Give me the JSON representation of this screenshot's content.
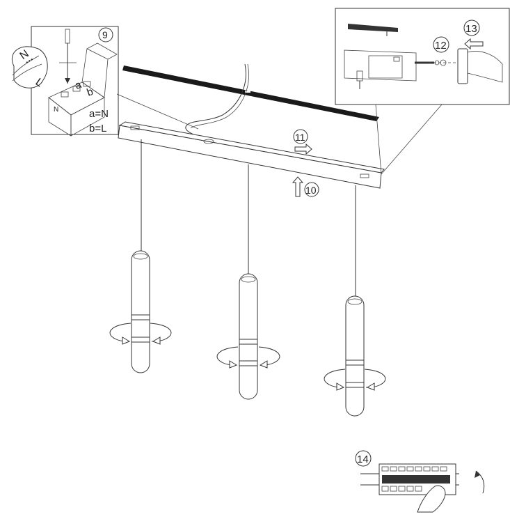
{
  "steps": {
    "step9": "9",
    "step10": "10",
    "step11": "11",
    "step12": "12",
    "step13": "13",
    "step14": "14"
  },
  "wiring": {
    "legend_a": "a=N",
    "legend_b": "b=L",
    "wire_n": "N",
    "wire_l": "L",
    "terminal_a": "a",
    "terminal_b": "b",
    "terminal_n": "N"
  },
  "colors": {
    "line": "#333333",
    "ceiling_plate": "#1a1a1a",
    "background": "#ffffff"
  }
}
